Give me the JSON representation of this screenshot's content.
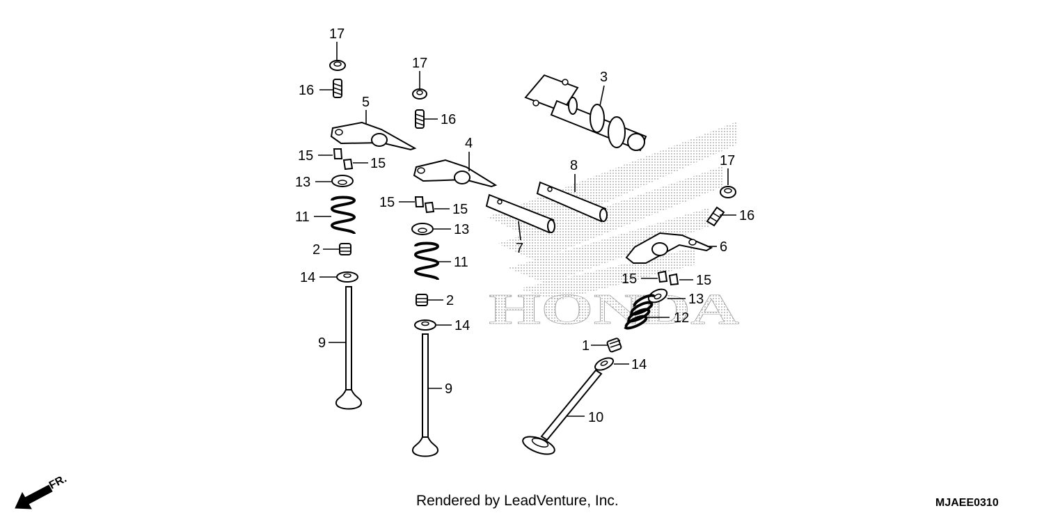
{
  "diagram": {
    "credit": "Rendered by LeadVenture, Inc.",
    "code": "MJAEE0310",
    "watermark": "HONDA",
    "direction_label": "FR.",
    "callouts": {
      "c17a": "17",
      "c16a": "16",
      "c5": "5",
      "c15a": "15",
      "c15b": "15",
      "c13a": "13",
      "c11a": "11",
      "c2a": "2",
      "c14a": "14",
      "c9a": "9",
      "c17b": "17",
      "c16b": "16",
      "c4": "4",
      "c15c": "15",
      "c15d": "15",
      "c13b": "13",
      "c11b": "11",
      "c2b": "2",
      "c14b": "14",
      "c9b": "9",
      "c3": "3",
      "c8": "8",
      "c7": "7",
      "c17c": "17",
      "c16c": "16",
      "c6": "6",
      "c15e": "15",
      "c15f": "15",
      "c13c": "13",
      "c12": "12",
      "c1": "1",
      "c14c": "14",
      "c10": "10"
    },
    "colors": {
      "ink": "#000000",
      "watermark": "#9a9a9a",
      "background": "#ffffff"
    }
  }
}
